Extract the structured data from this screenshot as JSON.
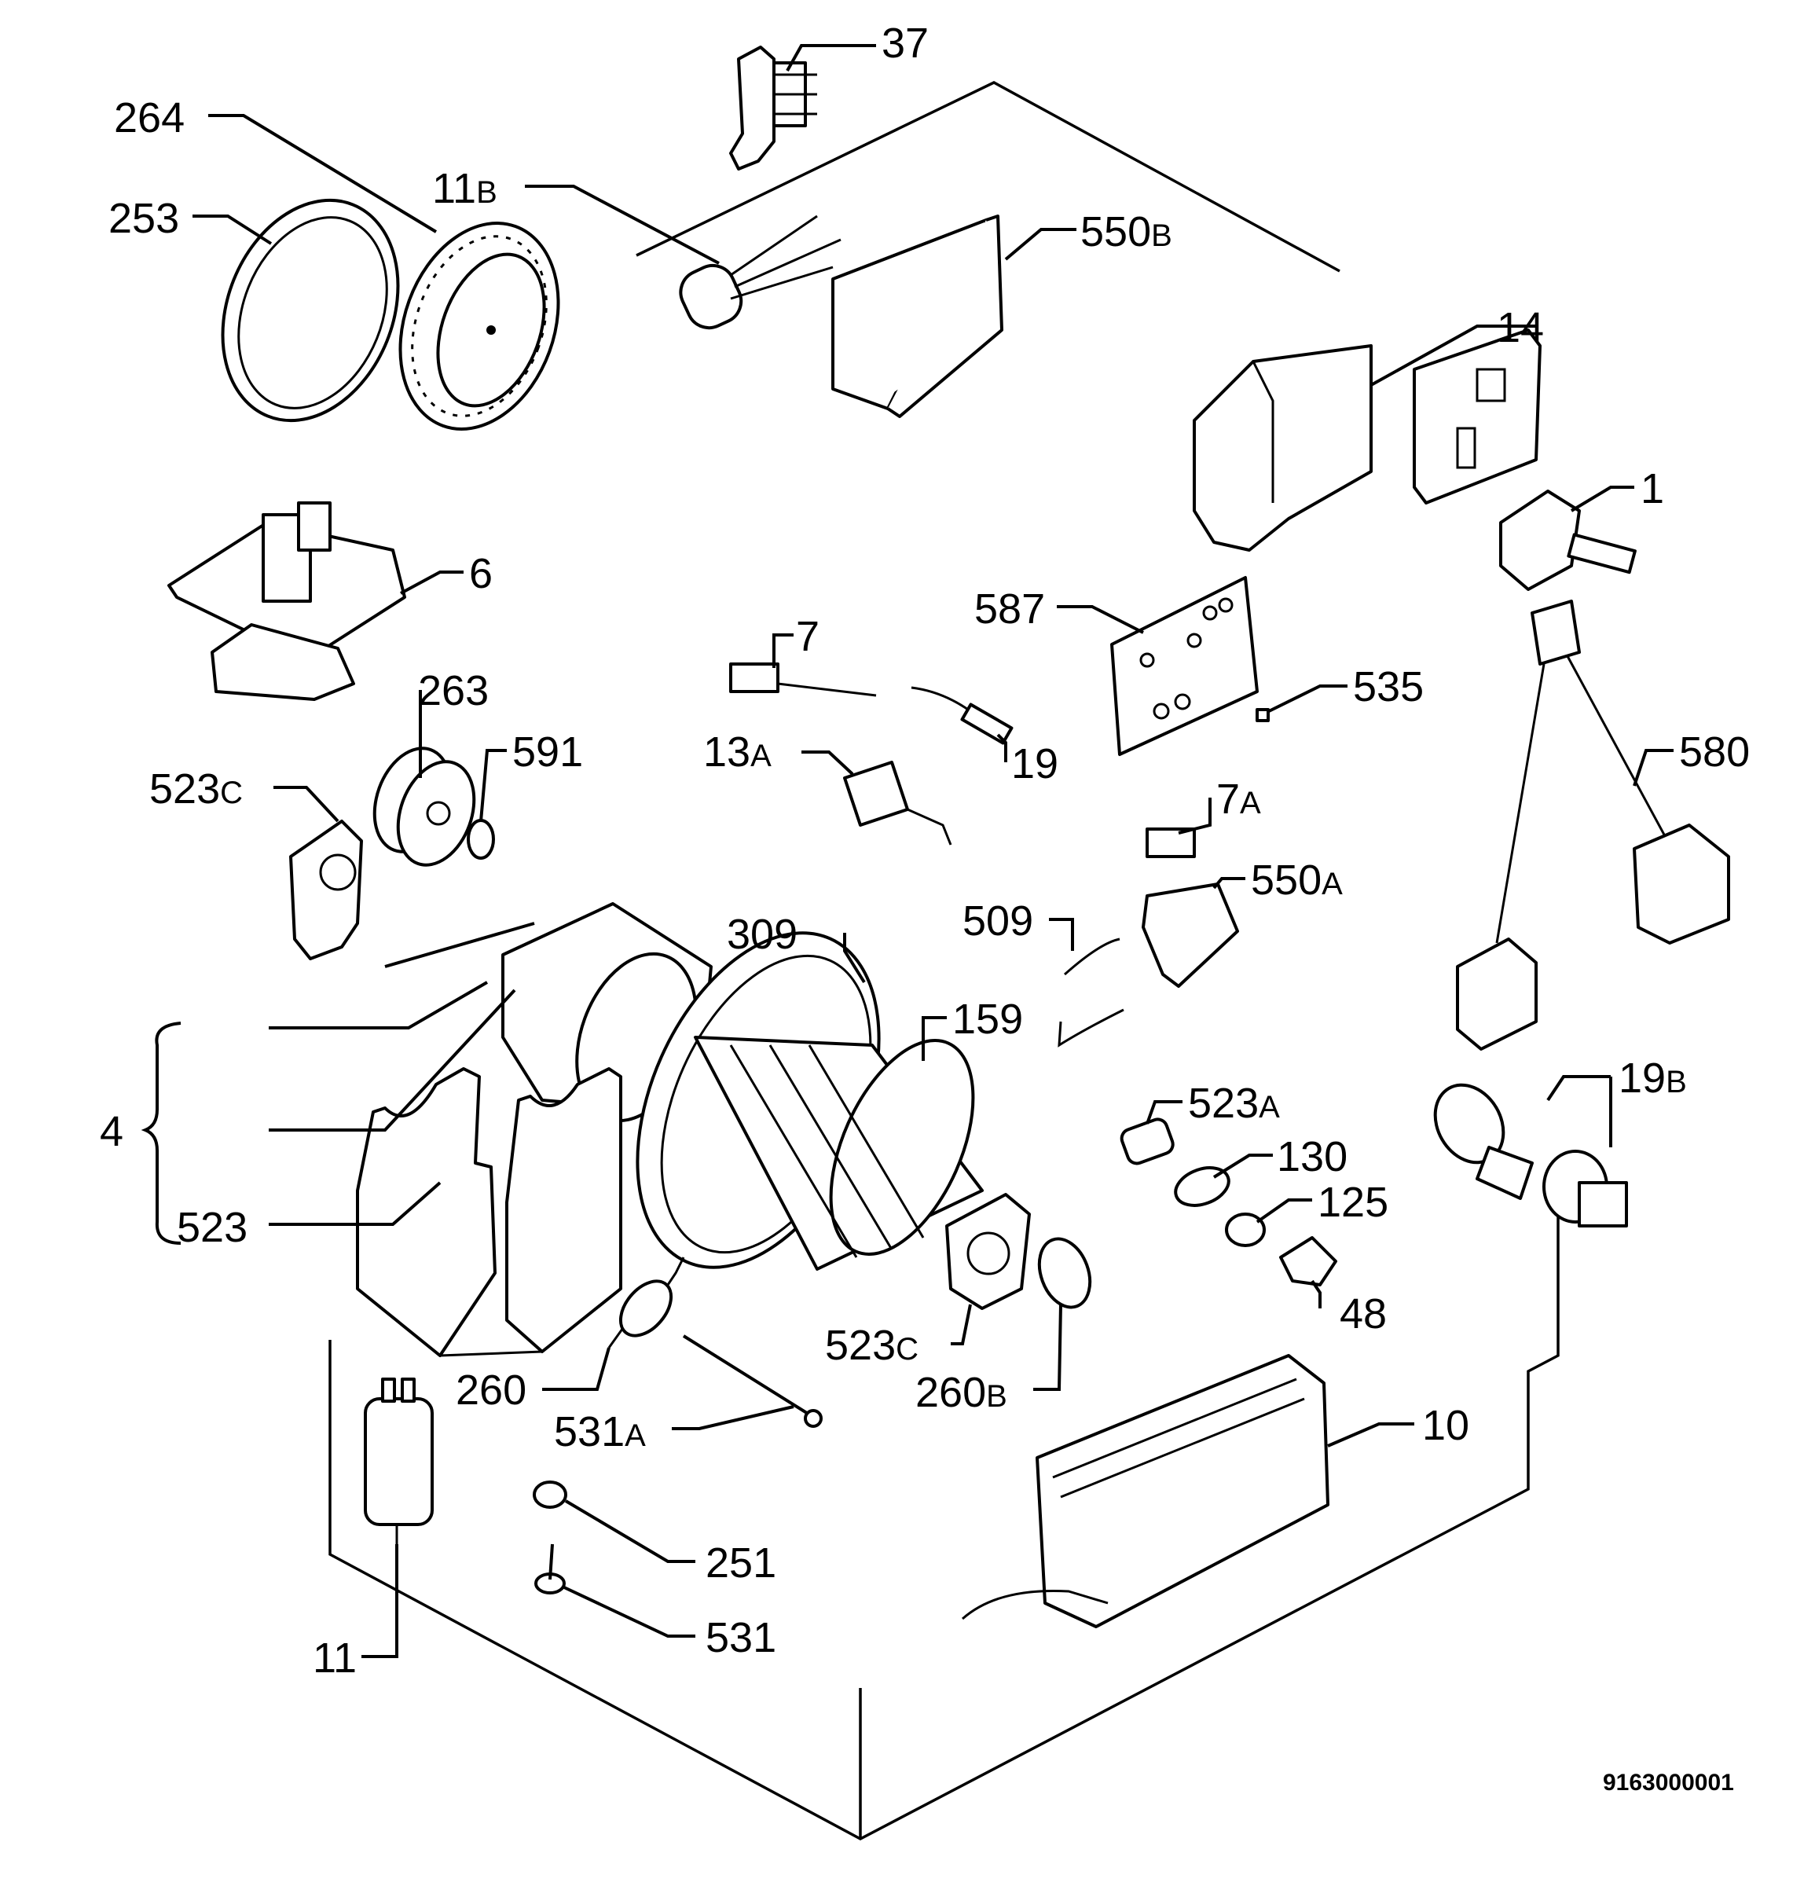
{
  "labels": [
    {
      "id": "37",
      "main": "37",
      "suffix": ""
    },
    {
      "id": "264",
      "main": "264",
      "suffix": ""
    },
    {
      "id": "253",
      "main": "253",
      "suffix": ""
    },
    {
      "id": "11B",
      "main": "11",
      "suffix": "B"
    },
    {
      "id": "550B",
      "main": "550",
      "suffix": "B"
    },
    {
      "id": "14",
      "main": "14",
      "suffix": ""
    },
    {
      "id": "1",
      "main": "1",
      "suffix": ""
    },
    {
      "id": "6",
      "main": "6",
      "suffix": ""
    },
    {
      "id": "587",
      "main": "587",
      "suffix": ""
    },
    {
      "id": "7",
      "main": "7",
      "suffix": ""
    },
    {
      "id": "263",
      "main": "263",
      "suffix": ""
    },
    {
      "id": "591",
      "main": "591",
      "suffix": ""
    },
    {
      "id": "535",
      "main": "535",
      "suffix": ""
    },
    {
      "id": "13A",
      "main": "13",
      "suffix": "A"
    },
    {
      "id": "19",
      "main": "19",
      "suffix": ""
    },
    {
      "id": "523C-top",
      "main": "523",
      "suffix": "C"
    },
    {
      "id": "580",
      "main": "580",
      "suffix": ""
    },
    {
      "id": "7A",
      "main": "7",
      "suffix": "A"
    },
    {
      "id": "550A",
      "main": "550",
      "suffix": "A"
    },
    {
      "id": "309",
      "main": "309",
      "suffix": ""
    },
    {
      "id": "509",
      "main": "509",
      "suffix": ""
    },
    {
      "id": "159",
      "main": "159",
      "suffix": ""
    },
    {
      "id": "19B",
      "main": "19",
      "suffix": "B"
    },
    {
      "id": "4",
      "main": "4",
      "suffix": ""
    },
    {
      "id": "523A",
      "main": "523",
      "suffix": "A"
    },
    {
      "id": "130",
      "main": "130",
      "suffix": ""
    },
    {
      "id": "125",
      "main": "125",
      "suffix": ""
    },
    {
      "id": "523",
      "main": "523",
      "suffix": ""
    },
    {
      "id": "48",
      "main": "48",
      "suffix": ""
    },
    {
      "id": "523C-bottom",
      "main": "523",
      "suffix": "C"
    },
    {
      "id": "260",
      "main": "260",
      "suffix": ""
    },
    {
      "id": "260B",
      "main": "260",
      "suffix": "B"
    },
    {
      "id": "531A",
      "main": "531",
      "suffix": "A"
    },
    {
      "id": "10",
      "main": "10",
      "suffix": ""
    },
    {
      "id": "251",
      "main": "251",
      "suffix": ""
    },
    {
      "id": "531",
      "main": "531",
      "suffix": ""
    },
    {
      "id": "11",
      "main": "11",
      "suffix": ""
    }
  ],
  "document_number": "9163000001"
}
